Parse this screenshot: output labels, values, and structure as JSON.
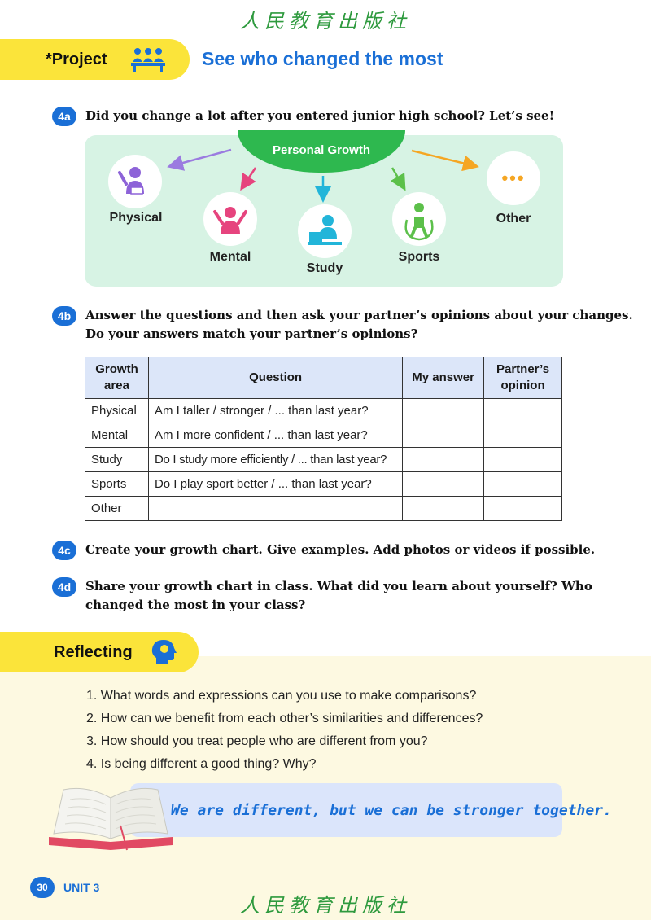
{
  "publisher": "人民教育出版社",
  "project": {
    "label": "*Project",
    "title": "See who changed the most"
  },
  "tasks": {
    "a": {
      "badge": "4a",
      "text": "Did you change a lot after you entered junior high school? Let’s see!"
    },
    "b": {
      "badge": "4b",
      "line1": "Answer the questions and then ask your partner’s opinions about your changes.",
      "line2": "Do your answers match your partner’s opinions?"
    },
    "c": {
      "badge": "4c",
      "text": "Create your growth chart. Give examples. Add photos or videos if possible."
    },
    "d": {
      "badge": "4d",
      "line1": "Share your growth chart in class. What did you learn about yourself? Who",
      "line2": "changed the most in your class?"
    }
  },
  "growth_chart": {
    "title": "Personal Growth",
    "areas": [
      "Physical",
      "Mental",
      "Study",
      "Sports",
      "Other"
    ],
    "other_icon": "•••"
  },
  "table": {
    "headers": [
      "Growth area",
      "Question",
      "My answer",
      "Partner’s opinion"
    ],
    "rows": [
      [
        "Physical",
        "Am I taller / stronger / ... than last year?",
        "",
        ""
      ],
      [
        "Mental",
        "Am I more confident / ... than last year?",
        "",
        ""
      ],
      [
        "Study",
        "Do I study more efficiently / ... than last year?",
        "",
        ""
      ],
      [
        "Sports",
        "Do I play sport better / ... than last year?",
        "",
        ""
      ],
      [
        "Other",
        "",
        "",
        ""
      ]
    ]
  },
  "reflecting": {
    "label": "Reflecting",
    "questions": [
      "1.  What words and expressions can you use to make comparisons?",
      "2.  How can we benefit from each other’s similarities and differences?",
      "3.  How should you treat people who are different from you?",
      "4.  Is being different a good thing? Why?"
    ],
    "motto": "We are different, but we can be stronger together."
  },
  "footer": {
    "page": "30",
    "unit": "UNIT 3"
  },
  "colors": {
    "accent_blue": "#1a6fd6",
    "yellow": "#fbe43a",
    "green": "#2eb84f"
  }
}
